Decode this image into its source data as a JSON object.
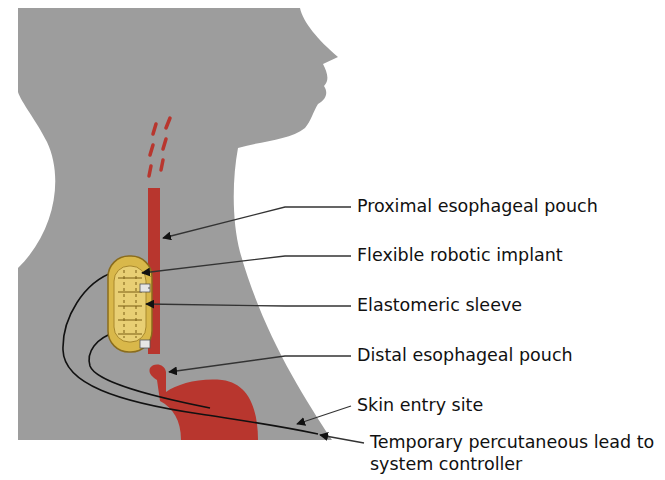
{
  "diagram": {
    "labels": [
      "Proximal esophageal pouch",
      "Flexible robotic implant",
      "Elastomeric sleeve",
      "Distal esophageal pouch",
      "Skin entry site",
      "Temporary percutaneous lead to system controller"
    ]
  }
}
